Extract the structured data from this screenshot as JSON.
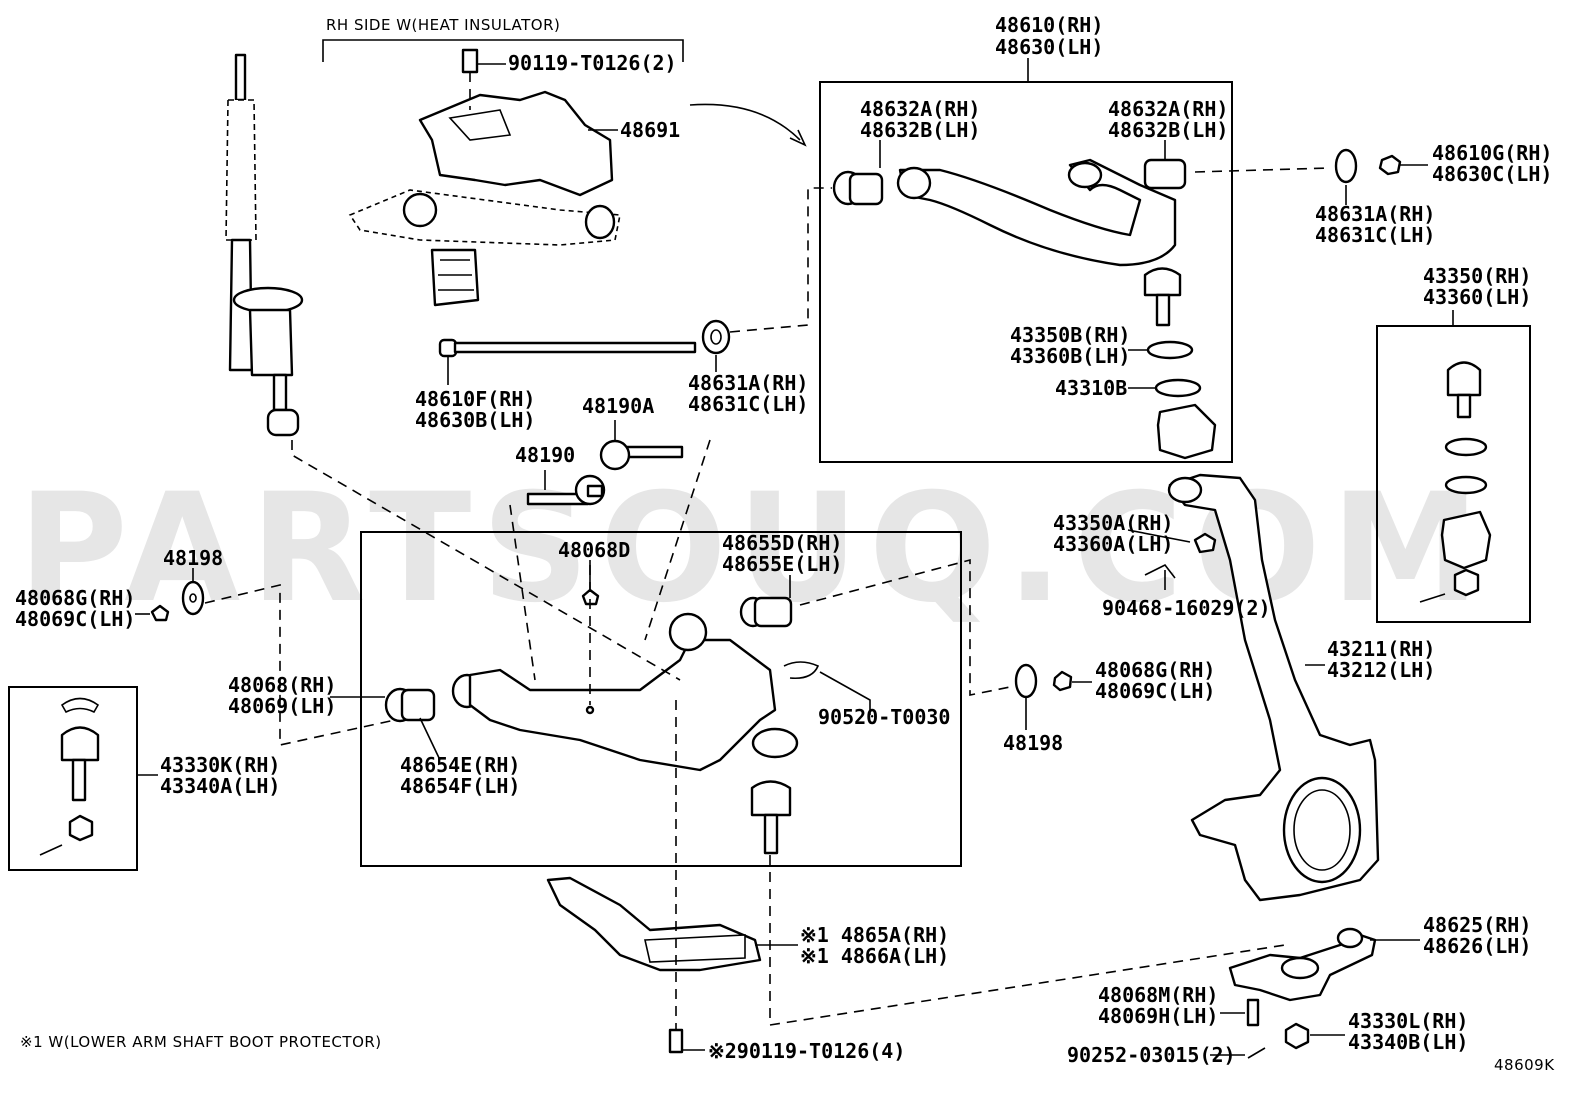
{
  "watermark": "PARTSOUQ.COM",
  "diagram_code": "48609K",
  "footnote": "※1 W(LOWER ARM SHAFT BOOT PROTECTOR)",
  "rh_side_heading": "RH SIDE W(HEAT INSULATOR)",
  "labels": {
    "p90119_T0126_2": [
      "90119-T0126(2)"
    ],
    "p48691": [
      "48691"
    ],
    "p48610_48630": [
      "48610(RH)",
      "48630(LH)"
    ],
    "p48632A_left": [
      "48632A(RH)",
      "48632B(LH)"
    ],
    "p48632A_right": [
      "48632A(RH)",
      "48632B(LH)"
    ],
    "p48610G": [
      "48610G(RH)",
      "48630C(LH)"
    ],
    "p48631A_right": [
      "48631A(RH)",
      "48631C(LH)"
    ],
    "p43350B": [
      "43350B(RH)",
      "43360B(LH)"
    ],
    "p43310B": [
      "43310B"
    ],
    "p43350_43360": [
      "43350(RH)",
      "43360(LH)"
    ],
    "p48610F": [
      "48610F(RH)",
      "48630B(LH)"
    ],
    "p48631A_mid": [
      "48631A(RH)",
      "48631C(LH)"
    ],
    "p48190A": [
      "48190A"
    ],
    "p48190": [
      "48190"
    ],
    "p43350A": [
      "43350A(RH)",
      "43360A(LH)"
    ],
    "p90468": [
      "90468-16029(2)"
    ],
    "p48198_left": [
      "48198"
    ],
    "p48068D": [
      "48068D"
    ],
    "p48655D": [
      "48655D(RH)",
      "48655E(LH)"
    ],
    "p48068G_left": [
      "48068G(RH)",
      "48069C(LH)"
    ],
    "p43211": [
      "43211(RH)",
      "43212(LH)"
    ],
    "p48068G_right": [
      "48068G(RH)",
      "48069C(LH)"
    ],
    "p48068": [
      "48068(RH)",
      "48069(LH)"
    ],
    "p90520": [
      "90520-T0030"
    ],
    "p48198_right": [
      "48198"
    ],
    "p43330K": [
      "43330K(RH)",
      "43340A(LH)"
    ],
    "p48654E": [
      "48654E(RH)",
      "48654F(LH)"
    ],
    "p14865A": [
      "※1 4865A(RH)",
      "※1 4866A(LH)"
    ],
    "p48625": [
      "48625(RH)",
      "48626(LH)"
    ],
    "p48068M": [
      "48068M(RH)",
      "48069H(LH)"
    ],
    "p43330L": [
      "43330L(RH)",
      "43340B(LH)"
    ],
    "p90119_T0126_4": [
      "※290119-T0126(4)"
    ],
    "p90252": [
      "90252-03015(2)"
    ]
  }
}
